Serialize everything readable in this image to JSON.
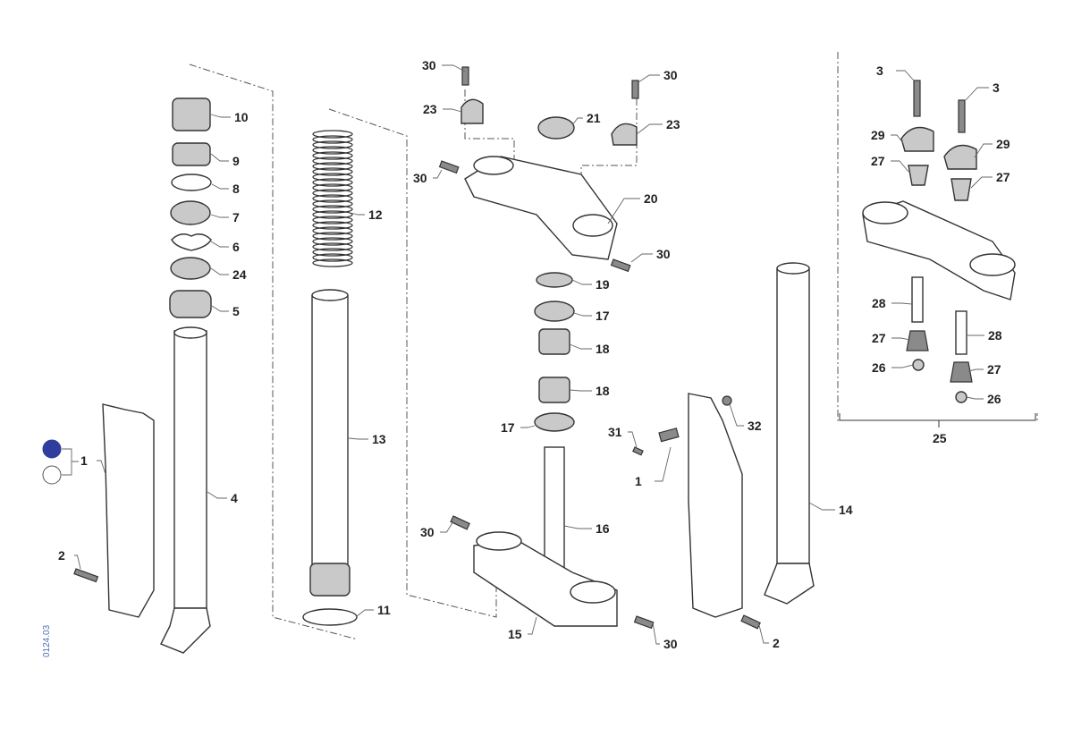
{
  "diagram": {
    "drawing_code": "0124.03",
    "color_options": [
      {
        "name": "blue",
        "color": "#2e3d9e"
      },
      {
        "name": "white",
        "color": "#ffffff"
      }
    ],
    "group_label": "25",
    "callouts": [
      "10",
      "9",
      "8",
      "7",
      "6",
      "24",
      "5",
      "12",
      "13",
      "11",
      "4",
      "1",
      "2",
      "30",
      "23",
      "30",
      "21",
      "30",
      "23",
      "20",
      "30",
      "19",
      "17",
      "18",
      "18",
      "17",
      "31",
      "32",
      "1",
      "16",
      "30",
      "15",
      "30",
      "2",
      "14",
      "3",
      "3",
      "29",
      "29",
      "27",
      "27",
      "28",
      "28",
      "27",
      "27",
      "26",
      "26"
    ]
  }
}
